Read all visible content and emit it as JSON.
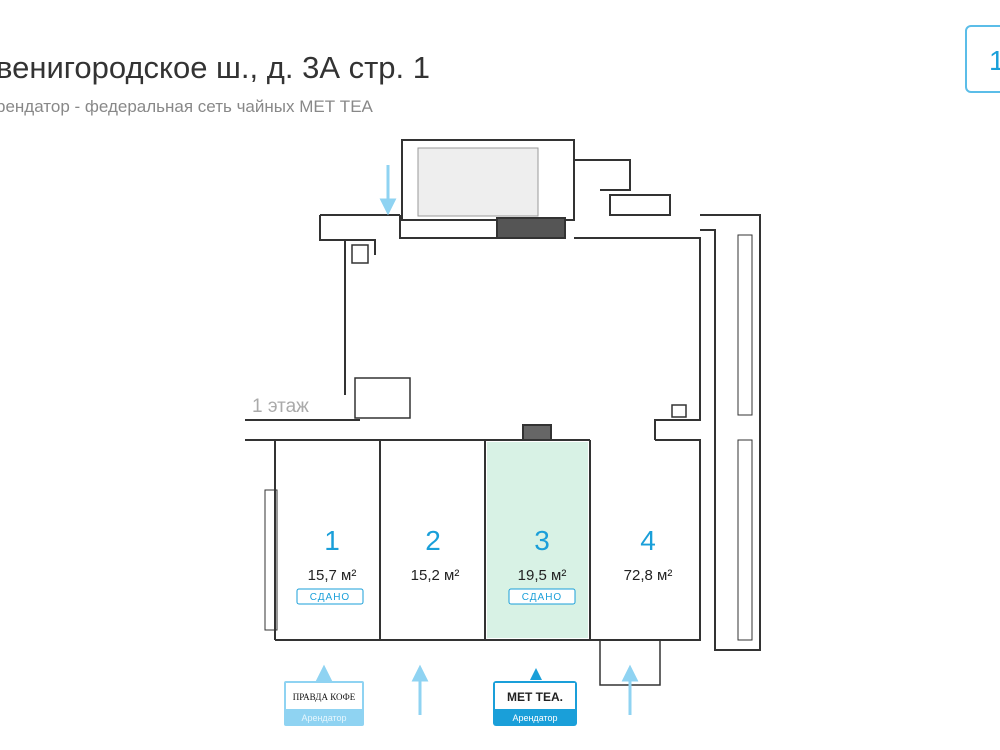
{
  "header": {
    "title": "венигородское ш., д. 3А стр. 1",
    "subtitle": "рендатор - федеральная сеть чайных МЕТ TEA",
    "floor_button": "1"
  },
  "plan": {
    "floor_label": "1 этаж",
    "rooms": [
      {
        "number": "1",
        "area": "15,7 м²",
        "status": "СДАНО"
      },
      {
        "number": "2",
        "area": "15,2 м²"
      },
      {
        "number": "3",
        "area": "19,5 м²",
        "status": "СДАНО"
      },
      {
        "number": "4",
        "area": "72,8 м²"
      }
    ],
    "tenants": [
      {
        "logo": "ПРАВДА КОФЕ",
        "label": "Арендатор"
      },
      {
        "logo": "MET TEA.",
        "label": "Арендатор"
      }
    ],
    "colors": {
      "accent": "#1a9fd9",
      "rented_fill": "#d8f2e5",
      "wall": "#333333"
    }
  }
}
